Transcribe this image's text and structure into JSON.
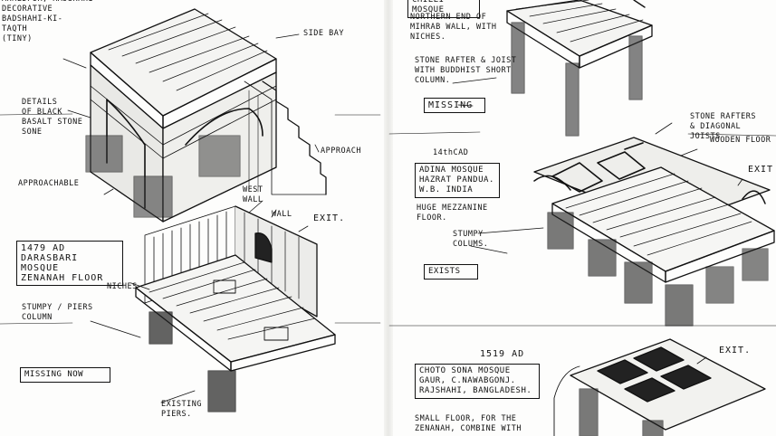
{
  "left": {
    "top_note": "AHMEDPUR, RAJSHAHI\nDECORATIVE\nBADSHAHI-KI-\nTAQTH\n(TINY)",
    "side_bay": "SIDE BAY",
    "details": "DETAILS\nOF BLACK\nBASALT STONE\nSONE",
    "approach": "APPROACH",
    "approachable": "APPROACHABLE",
    "west_wall": "WEST\nWALL",
    "wall": "WALL",
    "exit": "EXIT.",
    "date_box": "1479 AD\nDARASBARI MOSQUE\nZENANAH FLOOR",
    "niches": "NICHES",
    "stumpy": "STUMPY / PIERS\nCOLUMN",
    "missing_now": "MISSING NOW",
    "existing": "EXISTING\nPIERS."
  },
  "right": {
    "top_box": "CHILLI MOSQUE",
    "northern": "NORTHERN END OF\nMIHRAB WALL, WITH\nNICHES.",
    "stone": "STONE RAFTER & JOIST\nWITH BUDDHIST SHORT\nCOLUMN.",
    "missing": "MISSING",
    "rafters": "STONE RAFTERS\n& DIAGONAL JOISTS",
    "wooden": "WOODEN FLOOR",
    "exit": "EXIT",
    "date2": "14thCAD",
    "adina_box": "ADINA MOSQUE\nHAZRAT PANDUA.\nW.B. INDIA",
    "huge": "HUGE MEZZANINE\nFLOOR.",
    "stumpy_col": "STUMPY\nCOLUMS.",
    "exists": "EXISTS",
    "exit2": "EXIT.",
    "date3": "1519 AD",
    "choto_box": "CHOTO SONA MOSQUE\nGAUR, C.NAWABGONJ.\nRAJSHAHI, BANGLADESH.",
    "small_floor": "SMALL FLOOR, FOR THE\nZENANAH, COMBINE WITH"
  }
}
